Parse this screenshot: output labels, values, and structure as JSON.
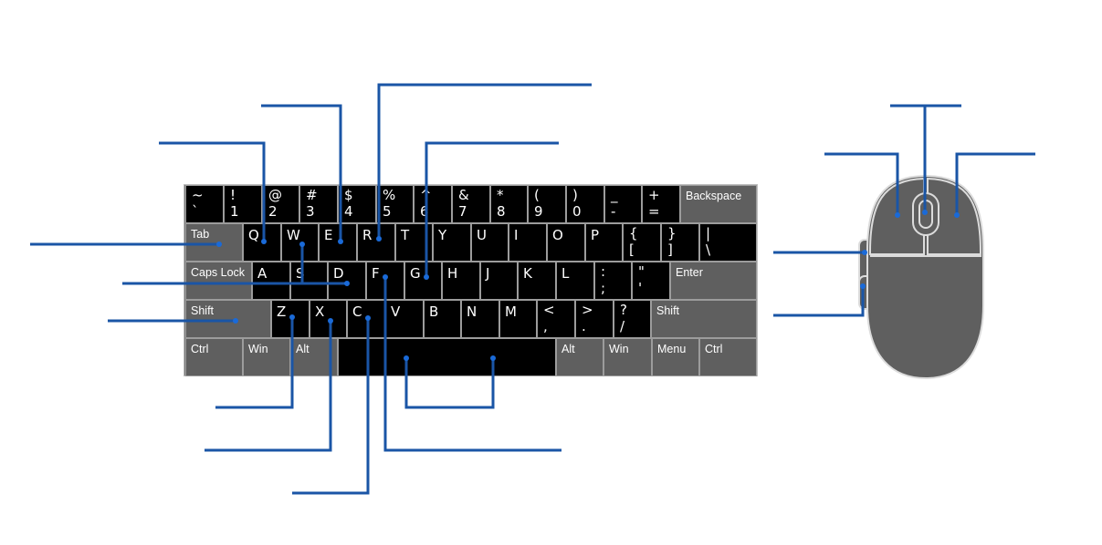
{
  "keyboard": {
    "rows": [
      [
        {
          "top": "~",
          "bot": "`"
        },
        {
          "top": "!",
          "bot": "1"
        },
        {
          "top": "@",
          "bot": "2"
        },
        {
          "top": "#",
          "bot": "3"
        },
        {
          "top": "$",
          "bot": "4"
        },
        {
          "top": "%",
          "bot": "5"
        },
        {
          "top": "^",
          "bot": "6"
        },
        {
          "top": "&",
          "bot": "7"
        },
        {
          "top": "*",
          "bot": "8"
        },
        {
          "top": "(",
          "bot": "9"
        },
        {
          "top": ")",
          "bot": "0"
        },
        {
          "top": "_",
          "bot": "-"
        },
        {
          "top": "+",
          "bot": "="
        },
        {
          "label": "Backspace",
          "fn": true
        }
      ],
      [
        {
          "label": "Tab",
          "fn": true
        },
        {
          "label": "Q"
        },
        {
          "label": "W"
        },
        {
          "label": "E"
        },
        {
          "label": "R"
        },
        {
          "label": "T"
        },
        {
          "label": "Y"
        },
        {
          "label": "U"
        },
        {
          "label": "I"
        },
        {
          "label": "O"
        },
        {
          "label": "P"
        },
        {
          "top": "{",
          "bot": "["
        },
        {
          "top": "}",
          "bot": "]"
        },
        {
          "top": "|",
          "bot": "\\"
        }
      ],
      [
        {
          "label": "Caps Lock",
          "fn": true
        },
        {
          "label": "A"
        },
        {
          "label": "S"
        },
        {
          "label": "D"
        },
        {
          "label": "F"
        },
        {
          "label": "G"
        },
        {
          "label": "H"
        },
        {
          "label": "J"
        },
        {
          "label": "K"
        },
        {
          "label": "L"
        },
        {
          "top": ":",
          "bot": ";"
        },
        {
          "top": "\"",
          "bot": "'"
        },
        {
          "label": "Enter",
          "fn": true
        }
      ],
      [
        {
          "label": "Shift",
          "fn": true
        },
        {
          "label": "Z"
        },
        {
          "label": "X"
        },
        {
          "label": "C"
        },
        {
          "label": "V"
        },
        {
          "label": "B"
        },
        {
          "label": "N"
        },
        {
          "label": "M"
        },
        {
          "top": "<",
          "bot": ","
        },
        {
          "top": ">",
          "bot": "."
        },
        {
          "top": "?",
          "bot": "/"
        },
        {
          "label": "Shift",
          "fn": true
        }
      ],
      [
        {
          "label": "Ctrl",
          "fn": true
        },
        {
          "label": "Win",
          "fn": true
        },
        {
          "label": "Alt",
          "fn": true
        },
        {
          "label": ""
        },
        {
          "label": "Alt",
          "fn": true
        },
        {
          "label": "Win",
          "fn": true
        },
        {
          "label": "Menu",
          "fn": true
        },
        {
          "label": "Ctrl",
          "fn": true
        }
      ]
    ]
  },
  "mouse": {
    "parts": [
      "left-button",
      "right-button",
      "scroll-wheel",
      "side-button-forward",
      "side-button-back",
      "body"
    ]
  },
  "colors": {
    "leader_line": "#1a55a6",
    "leader_dot": "#1a6ad8",
    "key_dark": "#000000",
    "key_grey": "#5f5f5f",
    "key_border": "#9c9c9c",
    "mouse_fill": "#5f5f5f",
    "mouse_outline": "#dcdcdc"
  }
}
